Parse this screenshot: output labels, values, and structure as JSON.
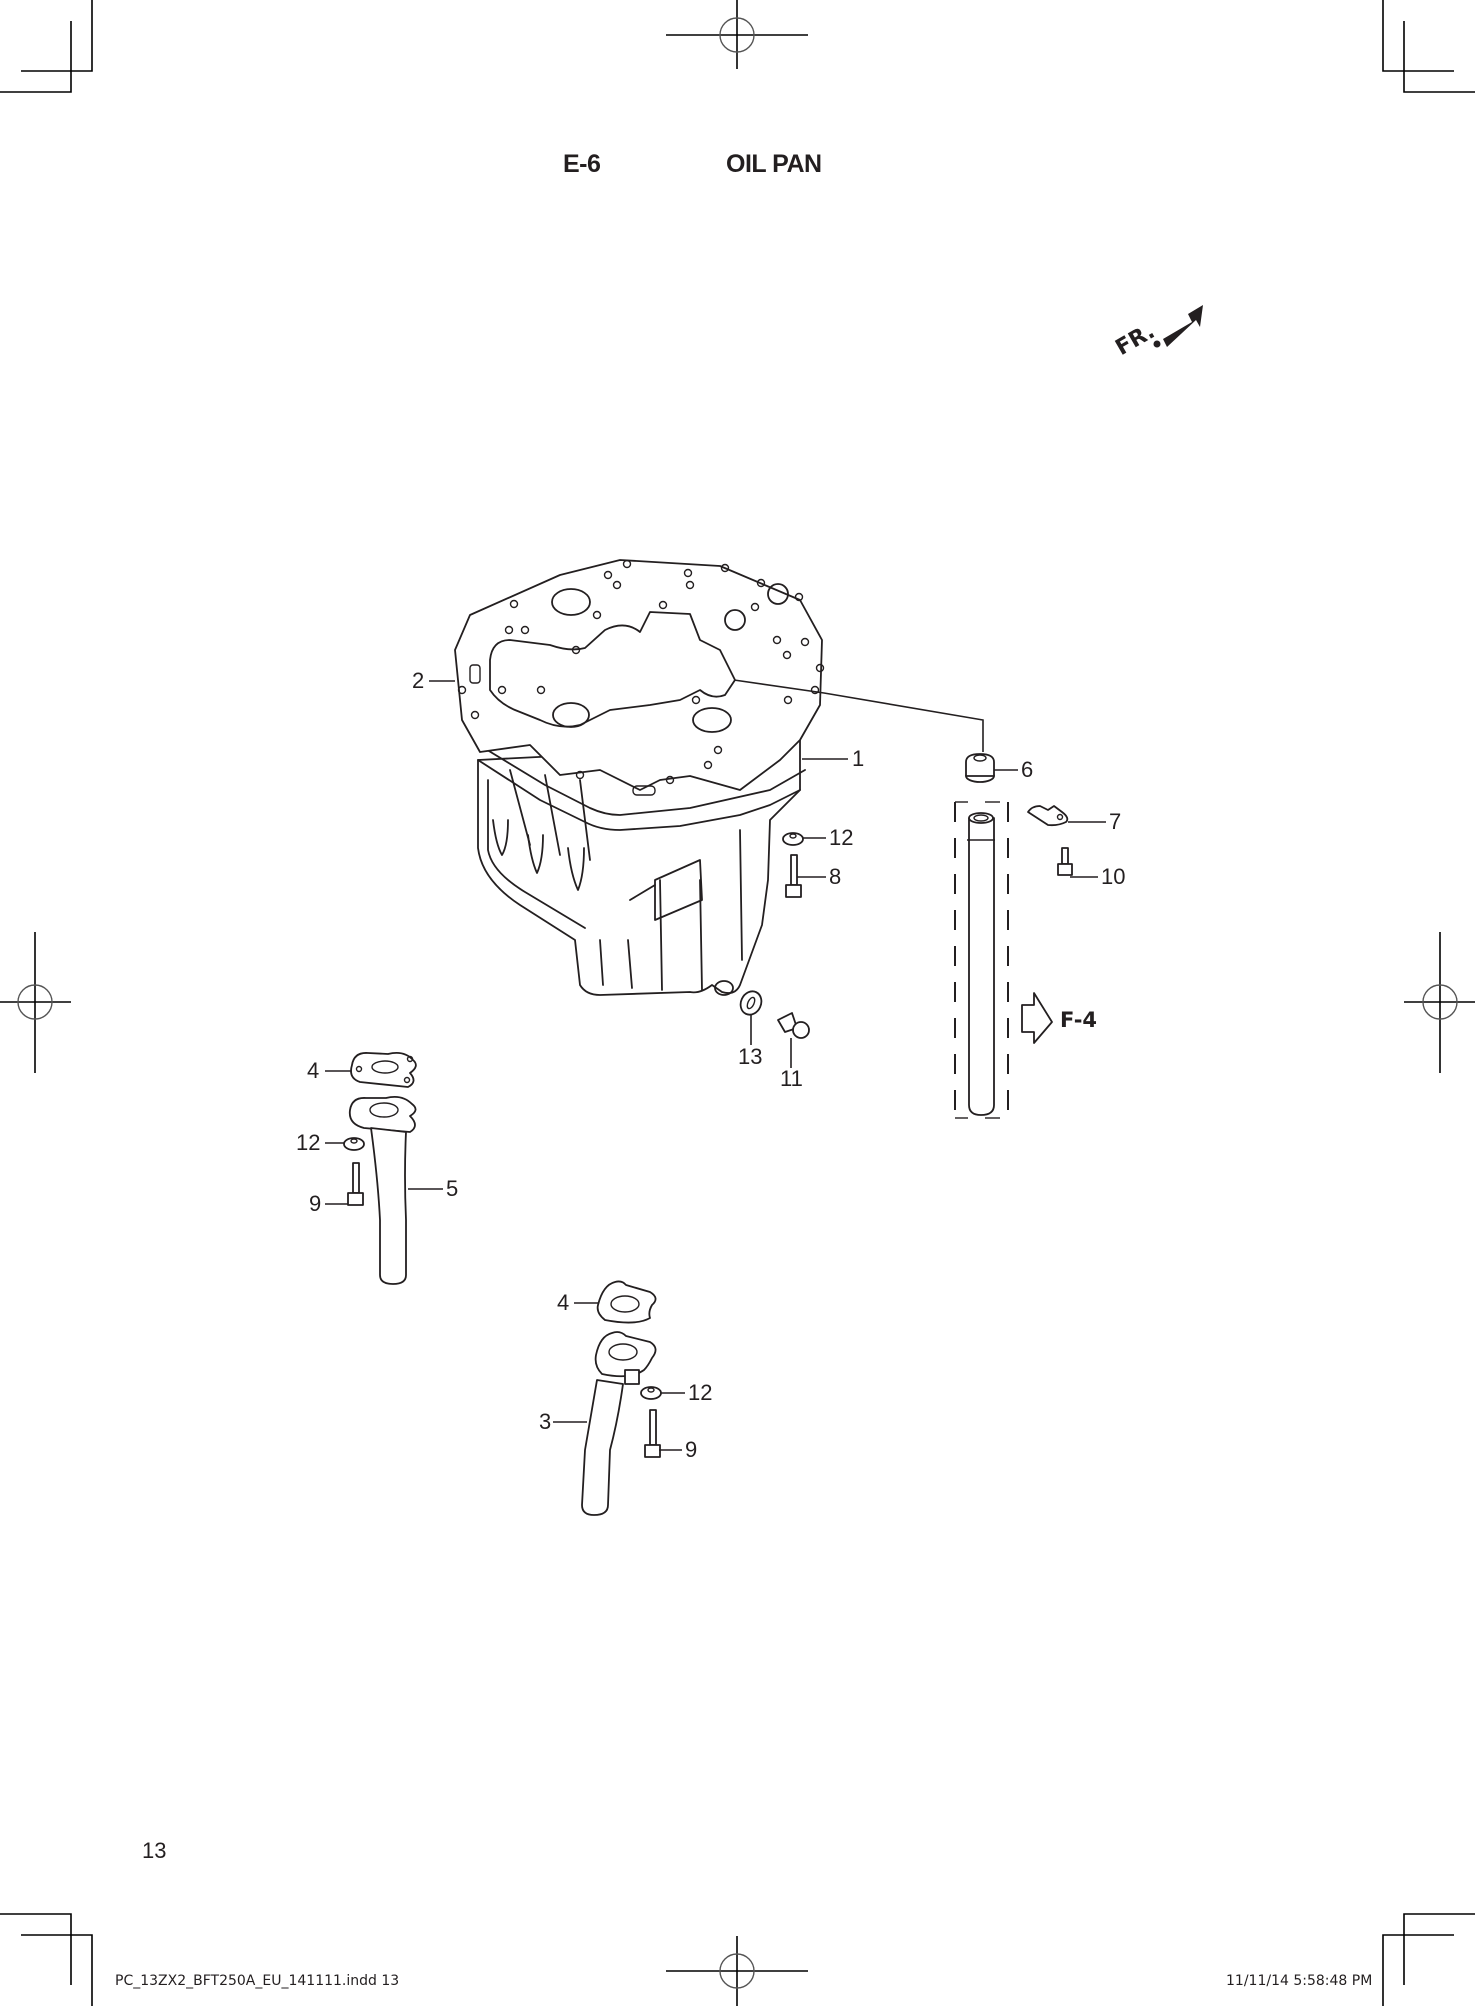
{
  "header": {
    "section_code": "E-6",
    "section_title": "OIL PAN"
  },
  "orientation": {
    "label": "FR.",
    "icon": "front-direction-arrow-icon"
  },
  "reference": {
    "label": "F-4",
    "icon": "reference-arrow-icon"
  },
  "callouts": [
    {
      "id": "c1",
      "number": "1",
      "part": "oil pan"
    },
    {
      "id": "c2",
      "number": "2",
      "part": "gasket"
    },
    {
      "id": "c6",
      "number": "6",
      "part": "grommet"
    },
    {
      "id": "c7",
      "number": "7",
      "part": "guide clamp"
    },
    {
      "id": "c12a",
      "number": "12",
      "part": "washer"
    },
    {
      "id": "c8",
      "number": "8",
      "part": "bolt"
    },
    {
      "id": "c10",
      "number": "10",
      "part": "bolt"
    },
    {
      "id": "c13",
      "number": "13",
      "part": "drain plug gasket"
    },
    {
      "id": "c11",
      "number": "11",
      "part": "drain plug"
    },
    {
      "id": "c4a",
      "number": "4",
      "part": "gasket"
    },
    {
      "id": "c12b",
      "number": "12",
      "part": "washer"
    },
    {
      "id": "c9a",
      "number": "9",
      "part": "bolt"
    },
    {
      "id": "c5",
      "number": "5",
      "part": "pipe"
    },
    {
      "id": "c4b",
      "number": "4",
      "part": "gasket"
    },
    {
      "id": "c3",
      "number": "3",
      "part": "pipe"
    },
    {
      "id": "c12c",
      "number": "12",
      "part": "washer"
    },
    {
      "id": "c9b",
      "number": "9",
      "part": "bolt"
    }
  ],
  "footer": {
    "page_number": "13",
    "file_slug": "PC_13ZX2_BFT250A_EU_141111.indd   13",
    "timestamp": "11/11/14   5:58:48 PM"
  }
}
